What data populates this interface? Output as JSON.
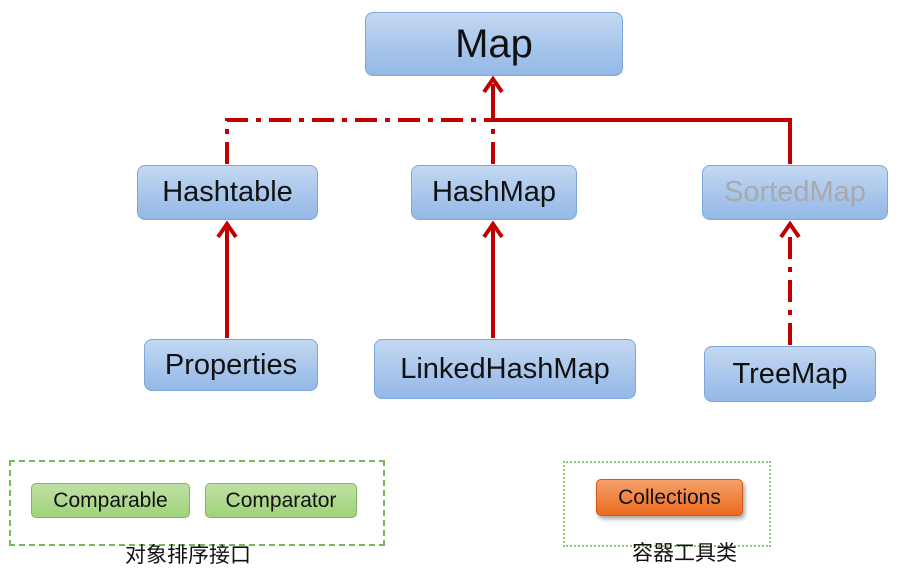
{
  "nodes": {
    "map": "Map",
    "hashtable": "Hashtable",
    "hashmap": "HashMap",
    "sortedmap": "SortedMap",
    "properties": "Properties",
    "linkedhashmap": "LinkedHashMap",
    "treemap": "TreeMap"
  },
  "groups": {
    "sorting": {
      "items": [
        "Comparable",
        "Comparator"
      ],
      "caption": "对象排序接口"
    },
    "utility": {
      "items": [
        "Collections"
      ],
      "caption": "容器工具类"
    }
  },
  "colors": {
    "edge": "#c00000",
    "node_fill": "#a8c6ec",
    "node_border": "#7ea6d8",
    "chip_green": "#9ed27a",
    "chip_orange": "#ec6a1d",
    "group_border": "#77b956",
    "dim_text": "#a9a9a9"
  },
  "edges": [
    {
      "from": "Hashtable",
      "to": "Map",
      "style": "dash-dot"
    },
    {
      "from": "HashMap",
      "to": "Map",
      "style": "dash-dot"
    },
    {
      "from": "SortedMap",
      "to": "Map",
      "style": "solid"
    },
    {
      "from": "Properties",
      "to": "Hashtable",
      "style": "solid"
    },
    {
      "from": "LinkedHashMap",
      "to": "HashMap",
      "style": "solid"
    },
    {
      "from": "TreeMap",
      "to": "SortedMap",
      "style": "dash-dot"
    }
  ]
}
